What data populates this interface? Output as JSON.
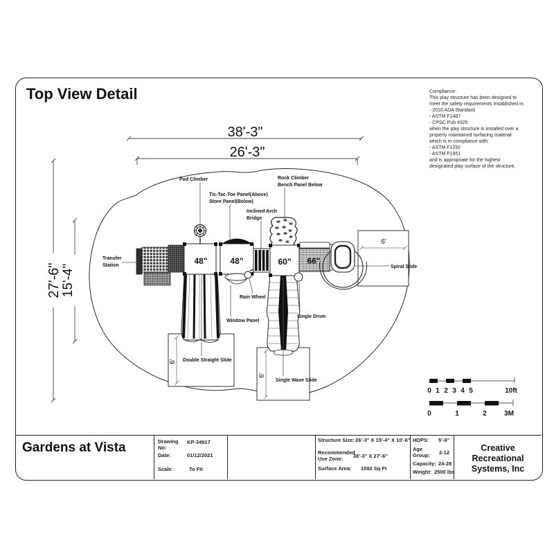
{
  "sheet": {
    "title": "Top View Detail",
    "compliance": "Compliance:\nThis play structure has been designed to\nmeet the safety requirements established in:\n- 2010 ADA Standard\n- ASTM F1487\n- CPSC Pub #325\nwhen the play structure is installed over a\nproperly maintained surfacing material\nwhich is in compliance with:\n- ASTM F1292\n- ASTM F1951\nand is appropriate for the highest\ndesignated play surface of the structure."
  },
  "dimensions": {
    "use_zone_width": "38'-3\"",
    "structure_width": "26'-3\"",
    "use_zone_depth": "27'-6\"",
    "structure_depth": "15'-4\"",
    "spiral_slide_zone": "6'",
    "double_slide_zone": "6'",
    "wave_slide_zone": "6'"
  },
  "deck_heights": {
    "deck1": "48\"",
    "deck2": "48\"",
    "deck3": "60\"",
    "ramp": "66\""
  },
  "component_labels": {
    "pod_climber": "Pod Climber",
    "tic_tac_toe_line1": "Tic-Tac-Toe Panel(Above)",
    "tic_tac_toe_line2": "Store Panel(Below)",
    "inclined_arch_line1": "Inclined Arch",
    "inclined_arch_line2": "Bridge",
    "rock_climber_line1": "Rock Climber",
    "rock_climber_line2": "Bench Panel Below",
    "transfer_line1": "Transfer",
    "transfer_line2": "Station",
    "rain_wheel": "Rain Wheel",
    "window_panel": "Window Panel",
    "single_drum": "Single Drum",
    "spiral_slide": "Spiral Slide",
    "double_straight_slide": "Double Straight Slide",
    "single_wave_slide": "Single Wave Slide"
  },
  "scale_bar": {
    "ft_ticks": [
      "0",
      "1",
      "2",
      "3",
      "4",
      "5"
    ],
    "ft_end": "10ft",
    "m_ticks": [
      "0",
      "1",
      "2"
    ],
    "m_end": "3M"
  },
  "title_block": {
    "project_name": "Gardens at Vista",
    "drawing_no_label": "Drawing No:",
    "drawing_no": "KP-34917",
    "date_label": "Date:",
    "date": "01/12/2021",
    "scale_label": "Scale:",
    "scale": "To Fit",
    "structure_size_label": "Structure Size:",
    "structure_size": "26'-3\" X 15'-4\" X 10'-6\"",
    "use_zone_label": "Recommended Use Zone:",
    "use_zone": "38'-3\" X 27'-6\"",
    "surface_area_label": "Surface Area:",
    "surface_area": "1092 Sq Ft",
    "hdps_label": "HDPS:",
    "hdps": "5'-6\"",
    "age_label": "Age Group:",
    "age": "2-12",
    "capacity_label": "Capacity:",
    "capacity": "24-28",
    "weight_label": "Weight:",
    "weight": "2500 lbs",
    "company": "Creative Recreational\nSystems, Inc"
  },
  "colors": {
    "deck_label_green": "#00cc00",
    "line": "#1a1a1a"
  }
}
